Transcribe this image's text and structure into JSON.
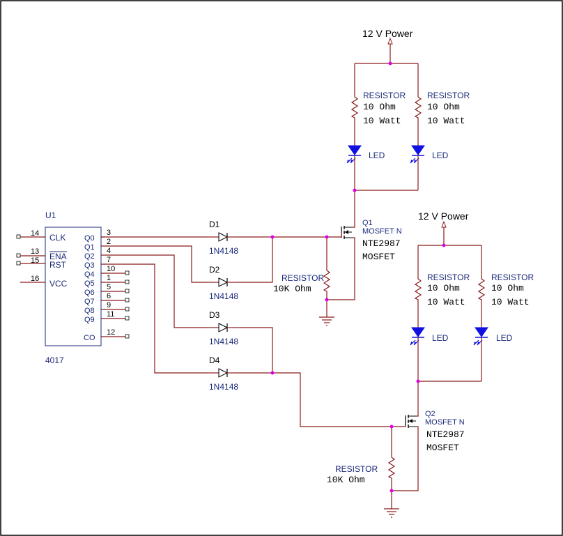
{
  "colors": {
    "wire": "#8b1a1a",
    "junction": "#e000e0",
    "label": "#1b2a7a",
    "led": "#1010e0",
    "text": "#000000"
  },
  "u1": {
    "ref": "U1",
    "part": "4017",
    "pins_left": [
      {
        "num": "14",
        "name": "CLK"
      },
      {
        "num": "13",
        "name": "ENA"
      },
      {
        "num": "15",
        "name": "RST"
      },
      {
        "num": "16",
        "name": "VCC"
      }
    ],
    "pins_right": [
      {
        "num": "3",
        "name": "Q0"
      },
      {
        "num": "2",
        "name": "Q1"
      },
      {
        "num": "4",
        "name": "Q2"
      },
      {
        "num": "7",
        "name": "Q3"
      },
      {
        "num": "10",
        "name": "Q4"
      },
      {
        "num": "1",
        "name": "Q5"
      },
      {
        "num": "5",
        "name": "Q6"
      },
      {
        "num": "6",
        "name": "Q7"
      },
      {
        "num": "9",
        "name": "Q8"
      },
      {
        "num": "11",
        "name": "Q9"
      },
      {
        "num": "12",
        "name": "CO"
      }
    ]
  },
  "diodes": [
    {
      "ref": "D1",
      "part": "1N4148"
    },
    {
      "ref": "D2",
      "part": "1N4148"
    },
    {
      "ref": "D3",
      "part": "1N4148"
    },
    {
      "ref": "D4",
      "part": "1N4148"
    }
  ],
  "power": {
    "label": "12 V Power"
  },
  "load_resistor": {
    "name": "RESISTOR",
    "value": "10 Ohm",
    "power": "10 Watt"
  },
  "led": {
    "name": "LED"
  },
  "pulldown": {
    "name": "RESISTOR",
    "value": "10K Ohm"
  },
  "mosfets": [
    {
      "ref": "Q1",
      "type": "MOSFET N",
      "part": "NTE2987",
      "desc": "MOSFET"
    },
    {
      "ref": "Q2",
      "type": "MOSFET N",
      "part": "NTE2987",
      "desc": "MOSFET"
    }
  ]
}
